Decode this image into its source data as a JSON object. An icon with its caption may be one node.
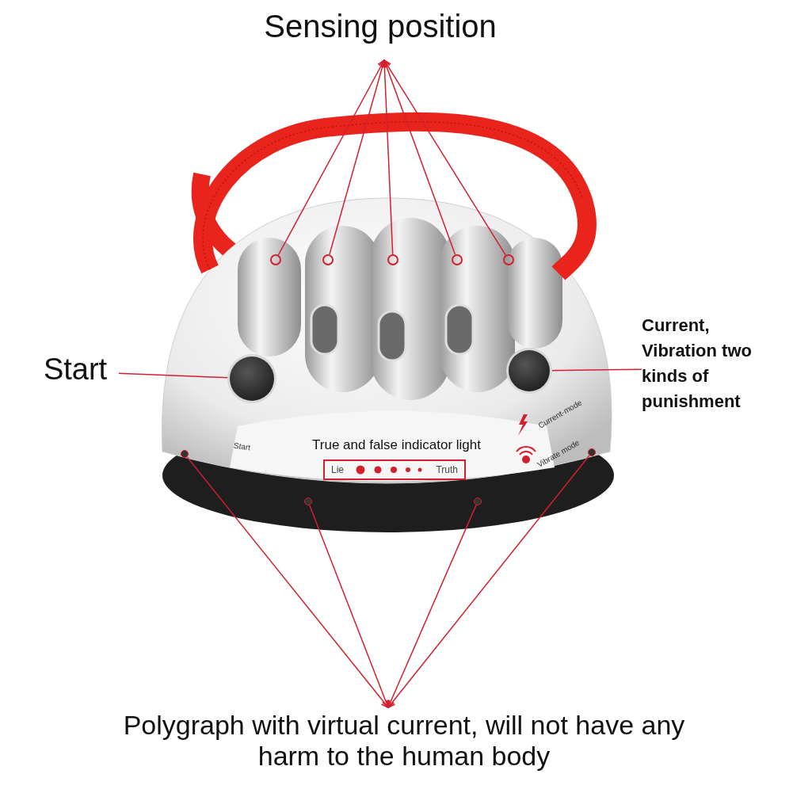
{
  "diagram": {
    "nodes": [
      {
        "text": [
          "Sensing position"
        ]
      },
      {
        "text": [],
        "shape": "circle"
      },
      {
        "text": [],
        "shape": "circle"
      },
      {
        "text": [],
        "shape": "circle"
      },
      {
        "text": [],
        "shape": "circle"
      },
      {
        "text": [],
        "shape": "circle"
      },
      {
        "text": [
          "Start"
        ]
      },
      {
        "text": [],
        "shape": "circle"
      },
      {
        "text": [
          "Current, Vibration two kinds of punishment"
        ]
      },
      {
        "text": [],
        "shape": "circle"
      },
      {
        "text": [
          "True and false indicator light",
          "Lie",
          "Truth"
        ]
      },
      {
        "text": [
          "Polygraph with virtual current, will not have any harm to the human body"
        ]
      },
      {
        "text": [],
        "shape": "circle"
      },
      {
        "text": [],
        "shape": "circle"
      },
      {
        "text": [],
        "shape": "circle"
      },
      {
        "text": [],
        "shape": "circle"
      }
    ],
    "edges": [
      {
        "from": 1,
        "to": 0,
        "arrow": "to"
      },
      {
        "from": 2,
        "to": 0,
        "arrow": "to"
      },
      {
        "from": 3,
        "to": 0,
        "arrow": "to"
      },
      {
        "from": 4,
        "to": 0,
        "arrow": "to"
      },
      {
        "from": 5,
        "to": 0,
        "arrow": "to"
      },
      {
        "from": 6,
        "to": 7,
        "arrow": "none"
      },
      {
        "from": 9,
        "to": 8,
        "arrow": "none"
      },
      {
        "from": 12,
        "to": 11,
        "arrow": "to"
      },
      {
        "from": 13,
        "to": 11,
        "arrow": "to"
      },
      {
        "from": 14,
        "to": 11,
        "arrow": "to"
      },
      {
        "from": 15,
        "to": 11,
        "arrow": "to"
      }
    ],
    "labels": [
      "Start",
      "Current-mode",
      "Vibrate mode"
    ]
  }
}
